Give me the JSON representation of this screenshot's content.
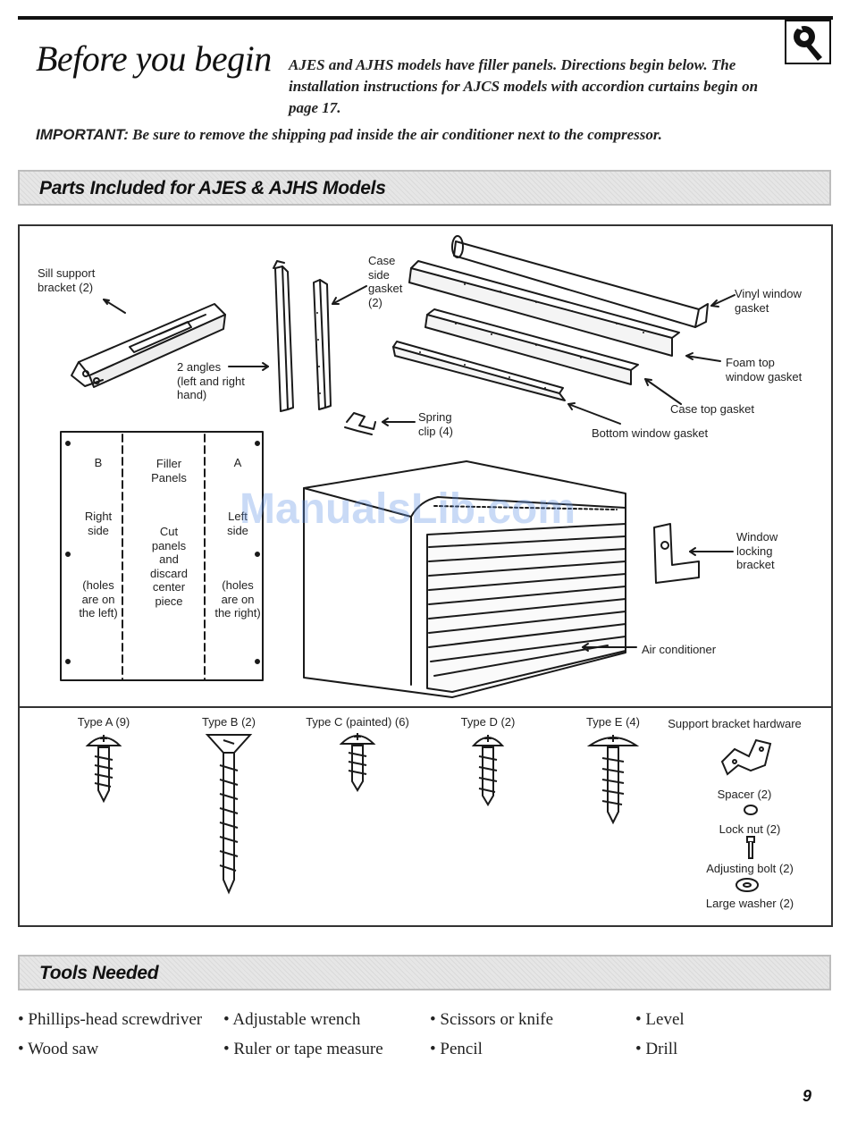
{
  "header": {
    "title": "Before you begin",
    "intro": "AJES and AJHS models have filler panels. Directions begin below. The installation instructions for AJCS models with accordion curtains begin on page 17.",
    "important_lead": "IMPORTANT:",
    "important_text": " Be sure to remove the shipping pad inside the air conditioner next to the compressor."
  },
  "parts_section": {
    "title": "Parts Included for AJES & AJHS Models",
    "labels": {
      "sill_bracket": "Sill support\nbracket (2)",
      "angles": "2 angles\n(left and right\nhand)",
      "case_side_gasket": "Case\nside\ngasket\n(2)",
      "vinyl_gasket": "Vinyl window\ngasket",
      "foam_gasket": "Foam top\nwindow gasket",
      "case_top_gasket": "Case top gasket",
      "bottom_gasket": "Bottom window gasket",
      "spring_clip": "Spring\nclip (4)",
      "window_bracket": "Window\nlocking\nbracket",
      "air_conditioner": "Air conditioner"
    },
    "filler_panel": {
      "b": "B",
      "b_side": "Right\nside",
      "b_holes": "(holes\nare on\nthe left)",
      "center": "Filler\nPanels",
      "center_cut": "Cut\npanels\nand\ndiscard\ncenter\npiece",
      "a": "A",
      "a_side": "Left\nside",
      "a_holes": "(holes\nare on\nthe right)"
    },
    "screws": [
      {
        "label": "Type A (9)"
      },
      {
        "label": "Type B (2)"
      },
      {
        "label": "Type C (painted) (6)"
      },
      {
        "label": "Type D (2)"
      },
      {
        "label": "Type E (4)"
      }
    ],
    "hardware": {
      "title": "Support bracket hardware",
      "spacer": "Spacer (2)",
      "lock_nut": "Lock nut (2)",
      "adjusting_bolt": "Adjusting bolt (2)",
      "large_washer": "Large washer (2)"
    }
  },
  "tools_section": {
    "title": "Tools Needed",
    "columns": [
      [
        "Phillips-head screwdriver",
        "Wood saw"
      ],
      [
        "Adjustable wrench",
        "Ruler or tape measure"
      ],
      [
        "Scissors or knife",
        "Pencil"
      ],
      [
        "Level",
        "Drill"
      ]
    ]
  },
  "watermark": "ManualsLib.com",
  "page_number": "9"
}
